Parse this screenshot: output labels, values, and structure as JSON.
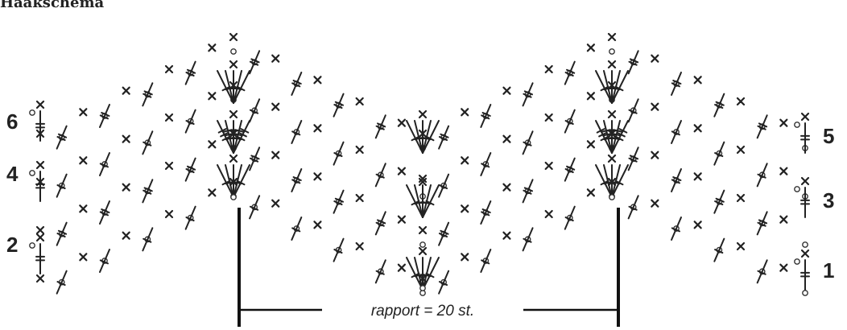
{
  "title": "Haakschema",
  "row_labels": {
    "row1": "1",
    "row2": "2",
    "row3": "3",
    "row4": "4",
    "row5": "5",
    "row6": "6"
  },
  "rapport_label": "rapport = 20 st.",
  "symbols": {
    "single_crochet": "×",
    "chain": "○",
    "stitch_icon": "stitch-with-bar-icon"
  },
  "colors": {
    "ink": "#222222",
    "background": "#ffffff"
  }
}
